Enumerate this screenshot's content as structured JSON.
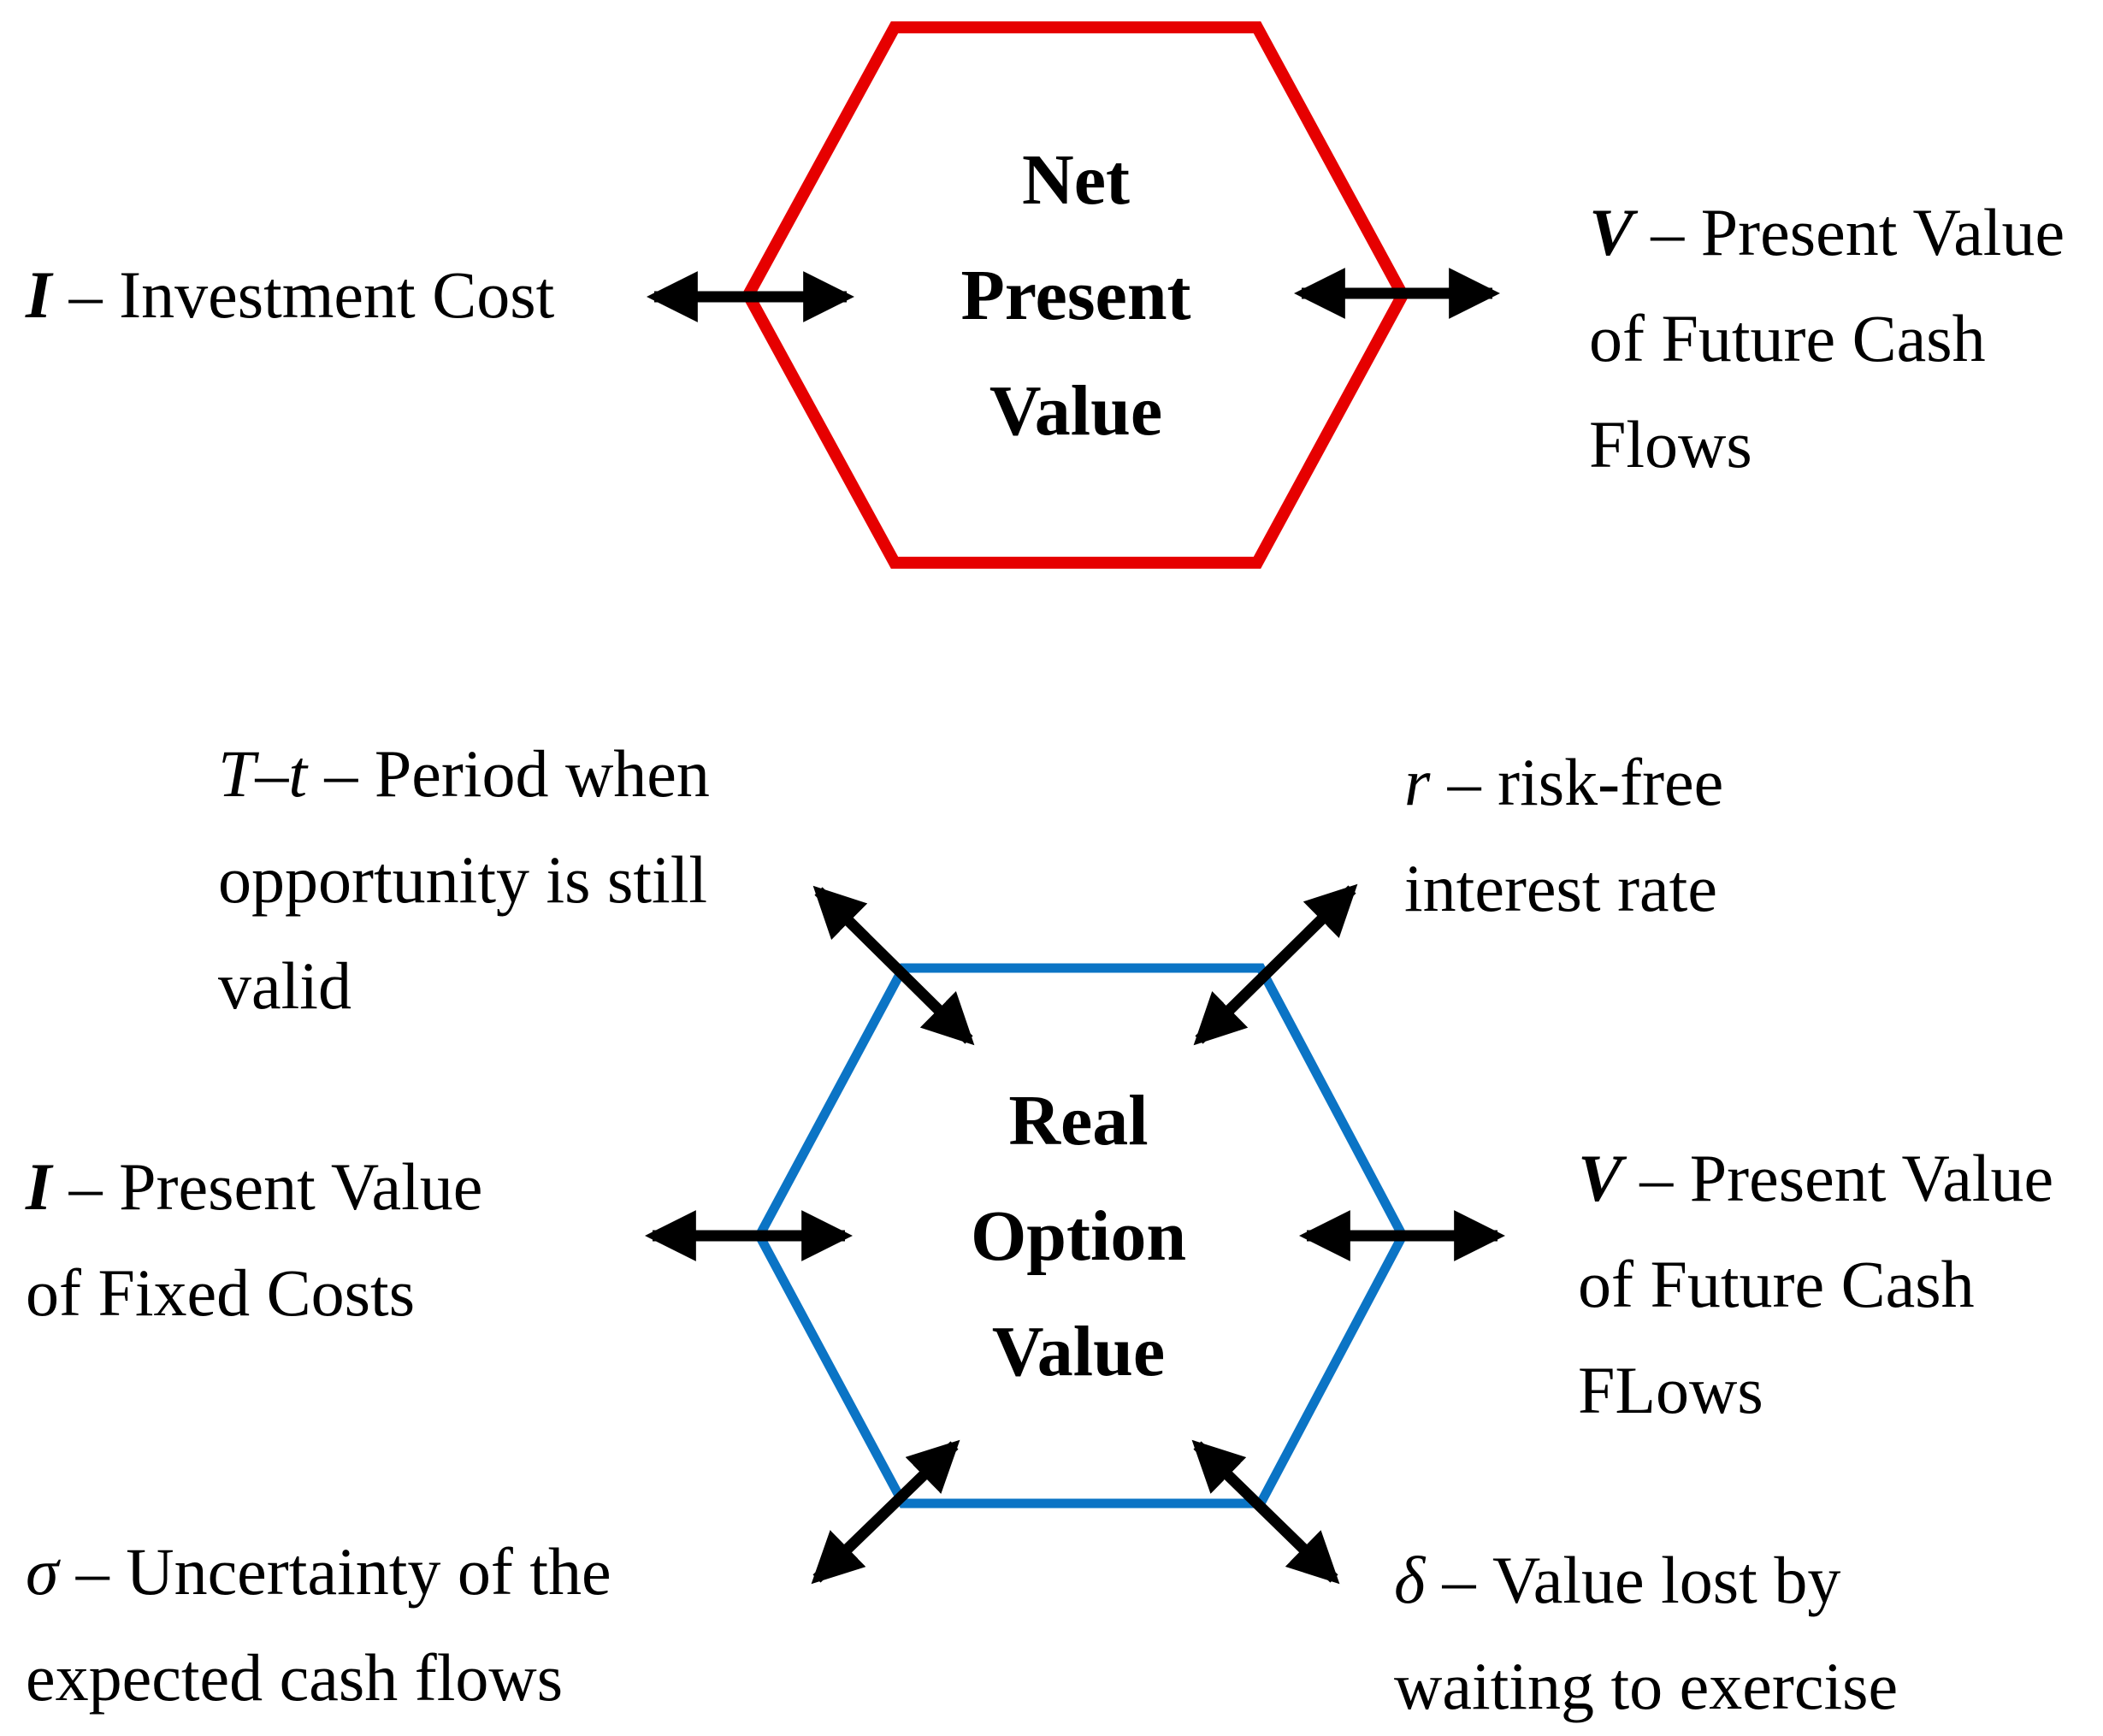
{
  "colors": {
    "npv_outline": "#e60000",
    "rov_outline": "#0b74c5",
    "arrow": "#000000",
    "text": "#000000"
  },
  "npv": {
    "title": [
      "Net",
      "Present",
      "Value"
    ],
    "labels": {
      "investment": {
        "symbol": "I",
        "line1": "– Investment Cost"
      },
      "future_cash": {
        "symbol": "V",
        "line1": "– Present Value",
        "line2": "of Future Cash",
        "line3": "Flows"
      }
    }
  },
  "rov": {
    "title": [
      "Real",
      "Option",
      "Value"
    ],
    "labels": {
      "period": {
        "symbol": "T–t",
        "line1": "– Period when",
        "line2": "opportunity is still",
        "line3": "valid"
      },
      "risk_free": {
        "symbol": "r",
        "line1": "– risk-free",
        "line2": "interest rate"
      },
      "fixed_costs": {
        "symbol": "I",
        "line1": "– Present Value",
        "line2": "of Fixed Costs"
      },
      "future_cash": {
        "symbol": "V",
        "line1": "– Present Value",
        "line2": "of Future Cash",
        "line3": "FLows"
      },
      "uncertainty": {
        "symbol": "σ",
        "line1": "– Uncertainty of the",
        "line2": "expected cash flows"
      },
      "value_lost": {
        "symbol": "δ",
        "line1": "– Value lost by",
        "line2": "waiting to exercise"
      }
    }
  }
}
